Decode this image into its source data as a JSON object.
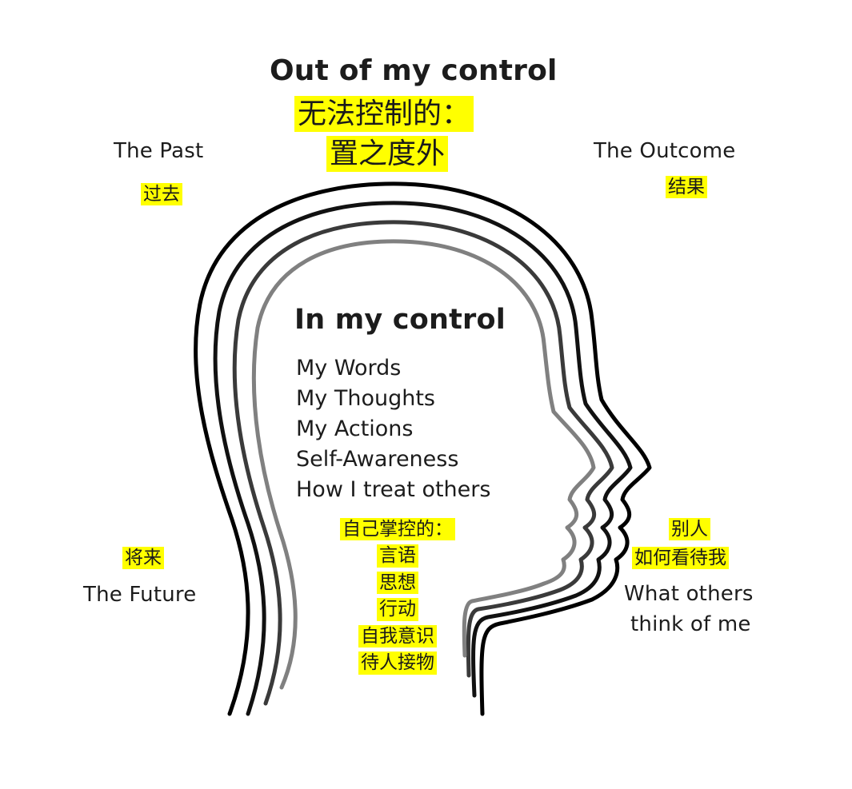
{
  "outside": {
    "title": "Out of my control",
    "title_zh_line1": "无法控制的：",
    "title_zh_line2": "置之度外",
    "past": {
      "en": "The Past",
      "zh": "过去"
    },
    "outcome": {
      "en": "The Outcome",
      "zh": "结果"
    },
    "future": {
      "en": "The Future",
      "zh": "将来"
    },
    "others": {
      "zh_line1": "别人",
      "zh_line2": "如何看待我",
      "en_line1": "What others",
      "en_line2": "think of me"
    }
  },
  "inside": {
    "title": "In my control",
    "items": [
      "My Words",
      "My Thoughts",
      "My Actions",
      "Self-Awareness",
      "How I treat others"
    ],
    "zh_header": "自己掌控的：",
    "zh_items": [
      "言语",
      "思想",
      "行动",
      "自我意识",
      "待人接物"
    ]
  },
  "colors": {
    "highlight": "#ffff00",
    "outline_outer": "#000000",
    "outline_inner": "#808080",
    "text": "#1c1c1c"
  },
  "icons": {
    "head": "head-silhouette-outline-icon"
  }
}
